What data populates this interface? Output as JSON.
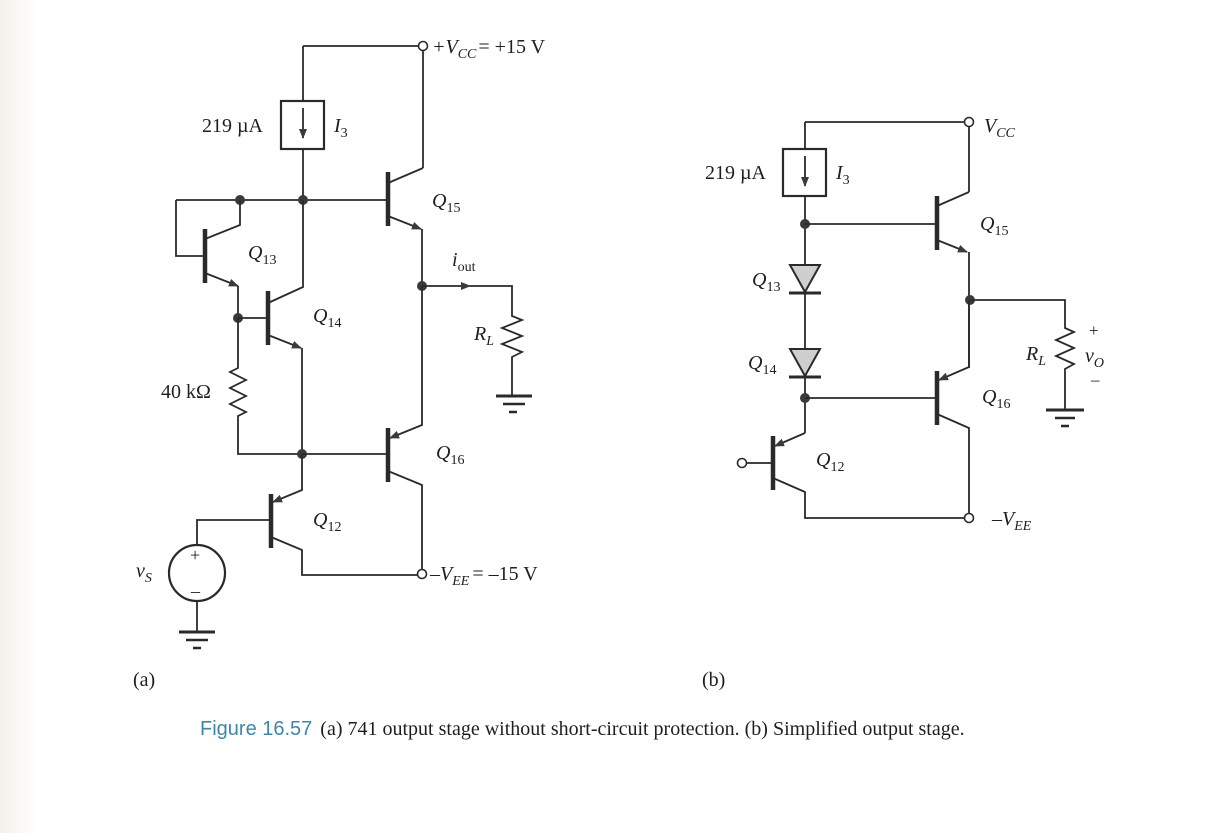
{
  "figure": {
    "number": "Figure 16.57",
    "caption": "(a) 741 output stage without short-circuit protection. (b) Simplified output stage.",
    "accent_color": "#3f86a8"
  },
  "panel_a": {
    "label": "(a)",
    "supply_pos": "+V",
    "supply_pos_sub": "CC",
    "supply_pos_value": "= +15 V",
    "supply_neg": "–V",
    "supply_neg_sub": "EE",
    "supply_neg_value": "= –15 V",
    "current_source_value": "219 µA",
    "current_source_name": "I",
    "current_source_sub": "3",
    "resistor_value": "40 kΩ",
    "load": "R",
    "load_sub": "L",
    "output_current": "i",
    "output_current_sub": "out",
    "source": "v",
    "source_sub": "S",
    "source_plus": "+",
    "source_minus": "–",
    "transistors": [
      {
        "name": "Q",
        "sub": "13"
      },
      {
        "name": "Q",
        "sub": "14"
      },
      {
        "name": "Q",
        "sub": "15"
      },
      {
        "name": "Q",
        "sub": "16"
      },
      {
        "name": "Q",
        "sub": "12"
      }
    ]
  },
  "panel_b": {
    "label": "(b)",
    "supply_pos": "V",
    "supply_pos_sub": "CC",
    "supply_neg": "–V",
    "supply_neg_sub": "EE",
    "current_source_value": "219 µA",
    "current_source_name": "I",
    "current_source_sub": "3",
    "load": "R",
    "load_sub": "L",
    "output_voltage": "v",
    "output_voltage_sub": "O",
    "output_plus": "+",
    "output_minus": "–",
    "diodes": [
      {
        "name": "Q",
        "sub": "13"
      },
      {
        "name": "Q",
        "sub": "14"
      }
    ],
    "transistors": [
      {
        "name": "Q",
        "sub": "15"
      },
      {
        "name": "Q",
        "sub": "16"
      },
      {
        "name": "Q",
        "sub": "12"
      }
    ]
  }
}
